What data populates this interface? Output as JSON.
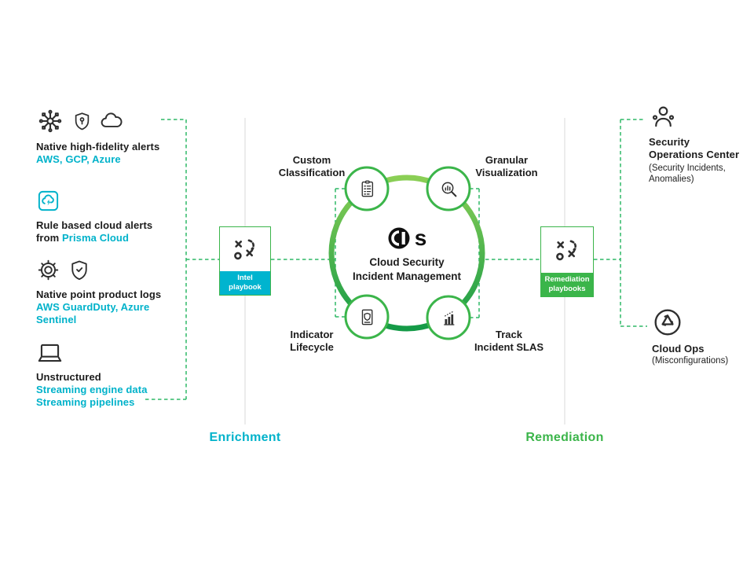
{
  "colors": {
    "cyan": "#00b2ca",
    "green": "#3bb54a",
    "ring_light": "#8bcf55",
    "ring_dark": "#149a47",
    "divider_gray": "#dadada",
    "text": "#1c1c1c"
  },
  "left_items": {
    "item1": {
      "title": "Native high-fidelity alerts",
      "subtitle": "AWS, GCP, Azure",
      "icons": "network-burst-icon, shield-icon, cloud-icon"
    },
    "item2": {
      "title": "Rule based cloud alerts",
      "prefix": "from",
      "link": "Prisma Cloud",
      "icons": "prisma-cloud-icon"
    },
    "item3": {
      "title": "Native point product logs",
      "sub1": "AWS GuardDuty, Azure",
      "sub2": "Sentinel",
      "icons": "gear-icon, shield-check-icon"
    },
    "item4": {
      "title": "Unstructured",
      "sub1": "Streaming engine data",
      "sub2": "Streaming pipelines",
      "icons": "laptop-icon"
    }
  },
  "enrichment": {
    "box_line1": "Intel",
    "box_line2": "playbook",
    "stage_label": "Enrichment",
    "box_icon": "playbook-strategy-icon"
  },
  "remediation": {
    "box_line1": "Remediation",
    "box_line2": "playbooks",
    "stage_label": "Remediation",
    "box_icon": "playbook-strategy-icon"
  },
  "hub": {
    "logo_letter": "s",
    "title_line1": "Cloud Security",
    "title_line2": "Incident Management",
    "nodes": {
      "top_left": {
        "line1": "Custom",
        "line2": "Classification",
        "icon": "clipboard-checklist-icon"
      },
      "top_right": {
        "line1": "Granular",
        "line2": "Visualization",
        "icon": "magnifier-chart-icon"
      },
      "bottom_left": {
        "line1": "Indicator",
        "line2": "Lifecycle",
        "icon": "shield-document-icon"
      },
      "bottom_right": {
        "line1": "Track",
        "line2": "Incident SLAS",
        "icon": "bar-chart-icon"
      }
    }
  },
  "right_items": {
    "soc": {
      "title_line1": "Security",
      "title_line2": "Operations Center",
      "sub1": "(Security Incidents,",
      "sub2": "Anomalies)",
      "icon": "person-icon"
    },
    "cloud_ops": {
      "title": "Cloud Ops",
      "sub": "(Misconfigurations)",
      "icon": "recycle-triangle-icon"
    }
  }
}
